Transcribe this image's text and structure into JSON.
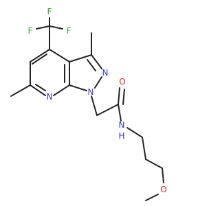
{
  "atoms": {
    "F_top": "F",
    "F_left": "F",
    "F_right": "F",
    "N_pyridine": "N",
    "N_pyrazole_2": "N",
    "N_pyrazole_1": "N",
    "O_carbonyl": "O",
    "N_amide": "N",
    "H_amide": "H",
    "O_ether": "O"
  },
  "colors": {
    "bond": "#222222",
    "nitrogen": "#3333cc",
    "oxygen": "#dd2222",
    "fluorine": "#33aa33"
  }
}
